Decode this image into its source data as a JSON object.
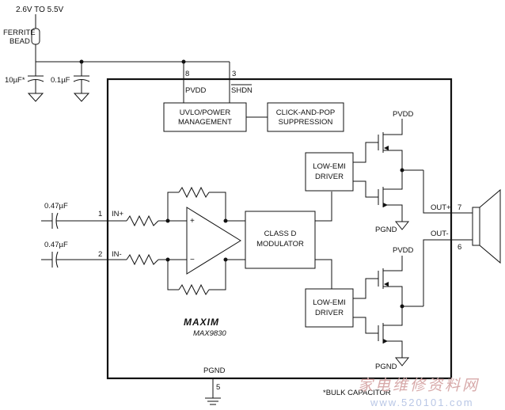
{
  "supply": {
    "voltage": "2.6V TO 5.5V",
    "bead_line1": "FERRITE",
    "bead_line2": "BEAD"
  },
  "caps": {
    "bulk": "10µF*",
    "bypass": "0.1µF",
    "in_p": "0.47µF",
    "in_n": "0.47µF"
  },
  "pins": {
    "pvdd_num": "8",
    "pvdd_name": "PVDD",
    "shdn_num": "3",
    "shdn_name": "SHDN",
    "inp_num": "1",
    "inp_name": "IN+",
    "inn_num": "2",
    "inn_name": "IN-",
    "outp_num": "7",
    "outp_name": "OUT+",
    "outn_num": "6",
    "outn_name": "OUT-",
    "pgnd_num": "5",
    "pgnd_name": "PGND"
  },
  "blocks": {
    "uvlo_line1": "UVLO/POWER",
    "uvlo_line2": "MANAGEMENT",
    "click_line1": "CLICK-AND-POP",
    "click_line2": "SUPPRESSION",
    "classd_line1": "CLASS D",
    "classd_line2": "MODULATOR",
    "driver_line1": "LOW-EMI",
    "driver_line2": "DRIVER"
  },
  "rails": {
    "pvdd": "PVDD",
    "pgnd": "PGND"
  },
  "opamp": {
    "plus": "+",
    "minus": "−"
  },
  "brand": {
    "logo": "MAXIM",
    "part": "MAX9830"
  },
  "footnote": "*BULK CAPACITOR",
  "watermark": {
    "cn": "家电维修资料网",
    "url": "www.520101.com"
  }
}
